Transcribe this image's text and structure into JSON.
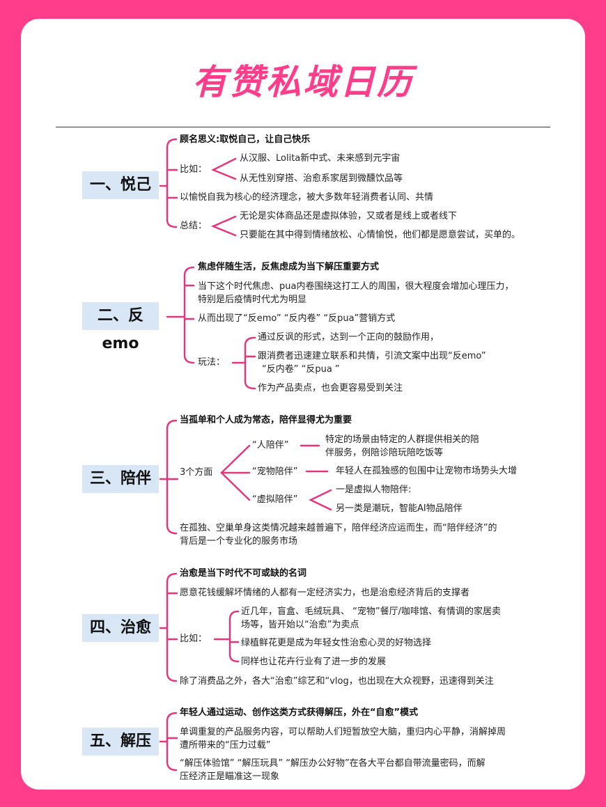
{
  "title": "有赞私域日历",
  "sections": [
    {
      "heading": "一、悦己",
      "lines": {
        "s1_0": "顾名思义:取悦自己，让自己快乐",
        "s1_1": "比如：",
        "s1_2": "从汉服、Lolita新中式、未来感到元宇宙",
        "s1_3": "从无性别穿搭、治愈系家居到微醺饮品等",
        "s1_4": "以愉悦自我为核心的经济理念，被大多数年轻消费者认同、共情",
        "s1_5": "总结：",
        "s1_6": "无论是实体商品还是虚拟体验，又或者是线上或者线下",
        "s1_7": "只要能在其中得到情绪放松、心情愉悦，他们都是愿意尝试，买单的。"
      }
    },
    {
      "heading": "二、反emo",
      "lines": {
        "s2_0": "焦虑伴随生活，反焦虑成为当下解压重要方式",
        "s2_1": "当下这个时代焦虑、pua内卷围绕这打工人的周围，很大程度会增加心理压力，",
        "s2_2": "特别是后疫情时代尤为明显",
        "s2_3": "从而出现了“反emo”  “反内卷”  “反pua”营销方式",
        "s2_4": "玩法：",
        "s2_5": "通过反讽的形式，达到一个正向的鼓励作用，",
        "s2_6": "跟消费者迅速建立联系和共情，引流文案中出现“反emo”",
        "s2_7": "“反内卷”  “反pua ”",
        "s2_8": "作为产品卖点，也会更容易受到关注"
      }
    },
    {
      "heading": "三、陪伴",
      "lines": {
        "s3_0": "当孤单和个人成为常态，陪伴显得尤为重要",
        "s3_1": "3个方面",
        "s3_2": "“人陪伴”",
        "s3_3": "特定的场景由特定的人群提供相关的陪",
        "s3_4": "伴服务，例陪诊陪玩陪吃饭等",
        "s3_5": "“宠物陪伴”",
        "s3_6": "年轻人在孤独感的包围中让宠物市场势头大增",
        "s3_7": "“虚拟陪伴”",
        "s3_8": "一是虚拟人物陪伴:",
        "s3_9": "另一类是潮玩，智能AI物品陪伴",
        "s3_10": "在孤独、空巢单身这类情况越来越普遍下，陪伴经济应运而生，而“陪伴经济”的",
        "s3_11": "背后是一个专业化的服务市场"
      }
    },
    {
      "heading": "四、治愈",
      "lines": {
        "s4_0": "治愈是当下时代不可或缺的名词",
        "s4_1": "愿意花钱缓解坏情绪的人都有一定经济实力，也是治愈经济背后的支撑者",
        "s4_2": "比如：",
        "s4_3": "近几年，盲盒、毛绒玩具、 “宠物”餐厅/咖啡馆、有情调的家居卖",
        "s4_4": "场等，皆开始以“治愈”为卖点",
        "s4_5": "绿植鲜花更是成为年轻女性治愈心灵的好物选择",
        "s4_6": "同样也让花卉行业有了进一步的发展",
        "s4_7": "除了消费品之外，各大“治愈”综艺和“vlog，也出现在大众视野，迅速得到关注"
      }
    },
    {
      "heading": "五、解压",
      "lines": {
        "s5_0": "年轻人通过运动、创作这类方式获得解压，外在“自愈”模式",
        "s5_1": "单调重复的产品服务内容，可以帮助人们短暂放空大脑，重归内心平静，消解掉周",
        "s5_2": "遭所带来的“压力过载”",
        "s5_3": "“解压体验馆” “解压玩具” “解压办公好物”在各大平台都自带流量密码，而解",
        "s5_4": "压经济正是瞄准这一现象"
      }
    }
  ]
}
